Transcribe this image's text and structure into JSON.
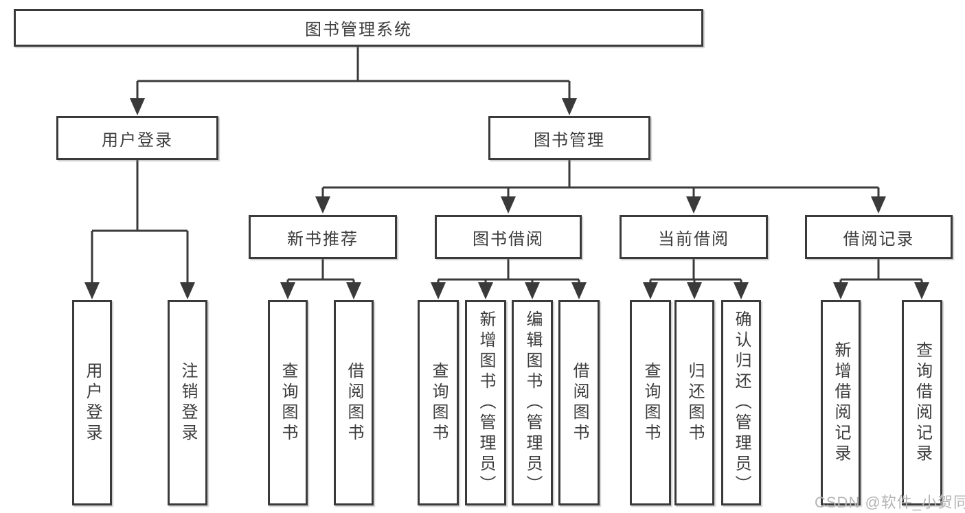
{
  "diagram": {
    "title": "图书管理系统",
    "root": {
      "label": "图书管理系统"
    },
    "level2": [
      {
        "label": "用户登录"
      },
      {
        "label": "图书管理"
      }
    ],
    "level3": [
      {
        "label": "新书推荐"
      },
      {
        "label": "图书借阅"
      },
      {
        "label": "当前借阅"
      },
      {
        "label": "借阅记录"
      }
    ],
    "leaves": [
      {
        "label": "用户登录"
      },
      {
        "label": "注销登录"
      },
      {
        "label": "查询图书"
      },
      {
        "label": "借阅图书"
      },
      {
        "label": "查询图书"
      },
      {
        "label": "新增图书（管理员）"
      },
      {
        "label": "编辑图书（管理员）"
      },
      {
        "label": "借阅图书"
      },
      {
        "label": "查询图书"
      },
      {
        "label": "归还图书"
      },
      {
        "label": "确认归还（管理员）"
      },
      {
        "label": "新增借阅记录"
      },
      {
        "label": "查询借阅记录"
      }
    ]
  },
  "watermark": {
    "text": "CSDN @软件_小贺同学"
  },
  "colors": {
    "line": "#3a3a3a",
    "text": "#3c3c3c",
    "background": "#ffffff",
    "watermark": "#b5b5b5"
  }
}
